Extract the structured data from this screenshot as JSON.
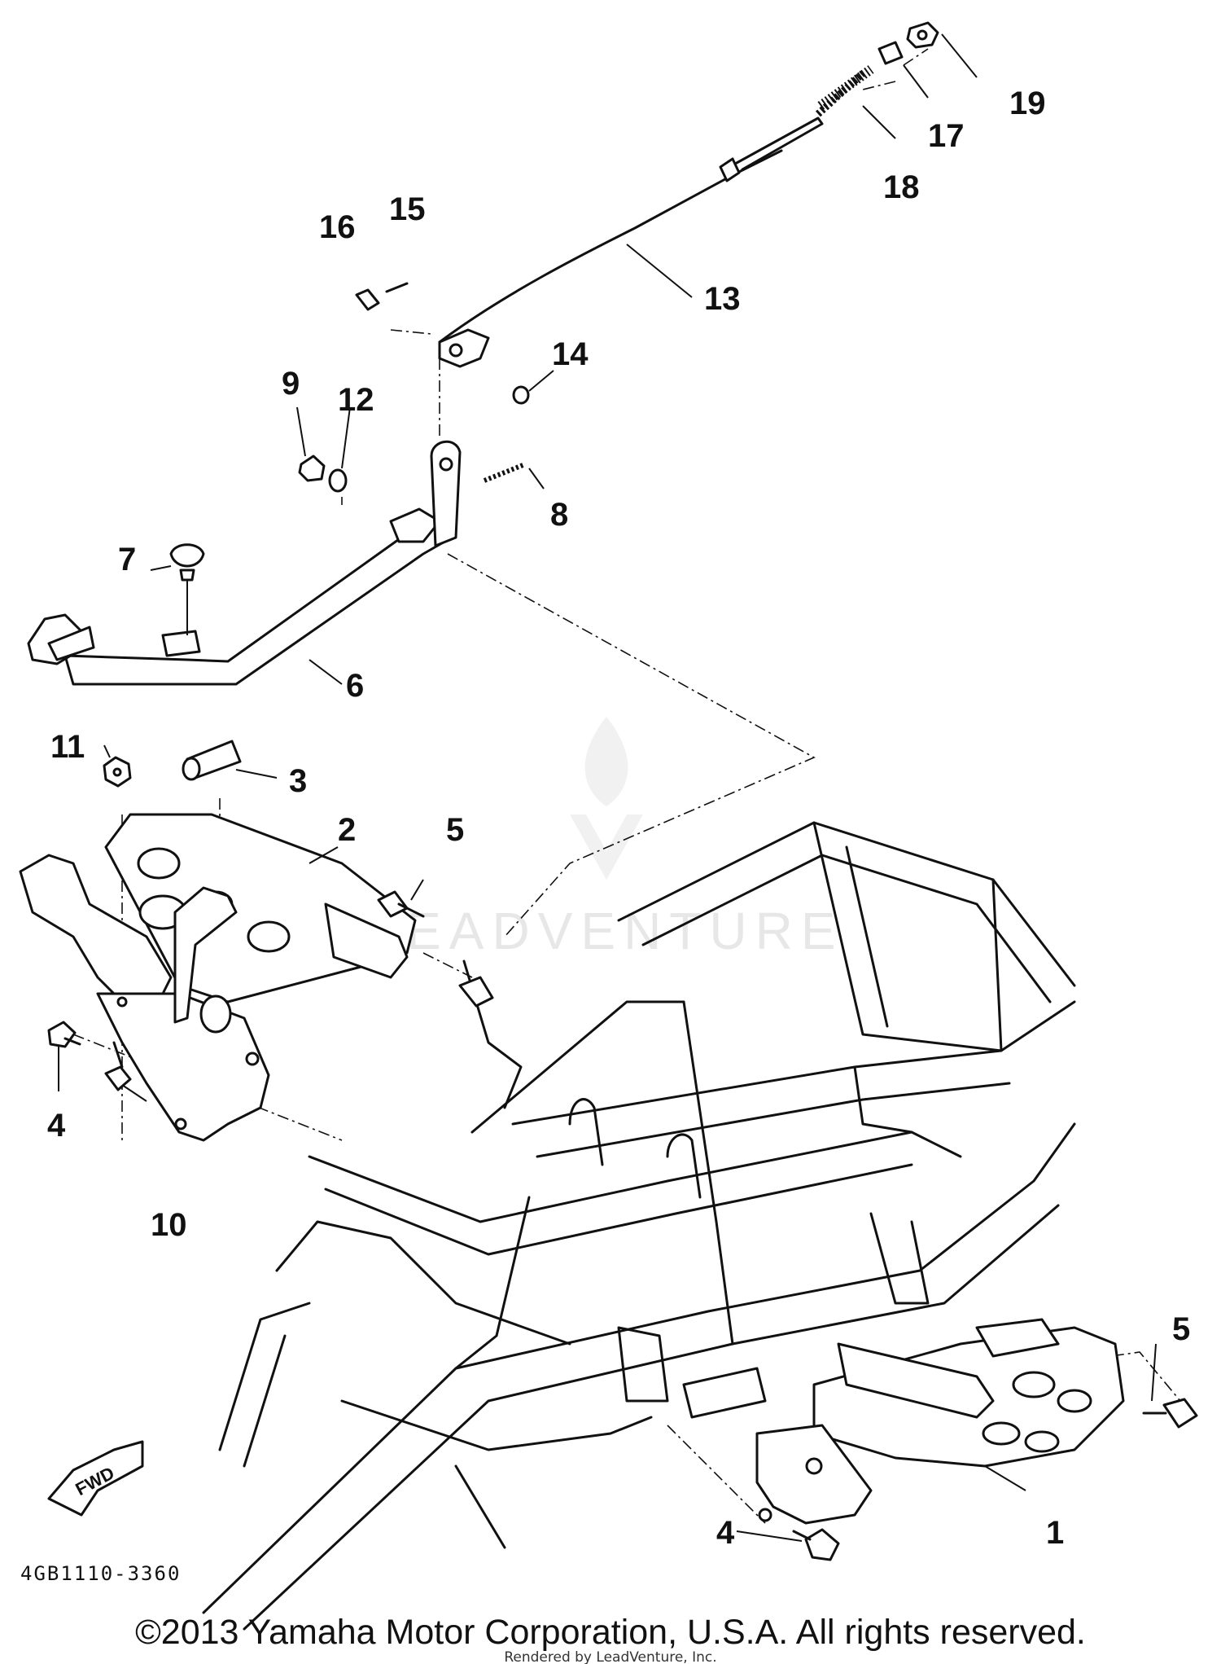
{
  "diagram": {
    "drawing_code": "4GB1110-3360",
    "copyright": "©2013 Yamaha Motor Corporation, U.S.A. All rights reserved.",
    "rendered_by": "Rendered by LeadVenture, Inc.",
    "watermark": "LEADVENTURE",
    "direction_arrow": "FWD",
    "callouts": {
      "c1": "1",
      "c2": "2",
      "c3": "3",
      "c4a": "4",
      "c4b": "4",
      "c5a": "5",
      "c5b": "5",
      "c6": "6",
      "c7": "7",
      "c8": "8",
      "c9": "9",
      "c10": "10",
      "c11": "11",
      "c12": "12",
      "c13": "13",
      "c14": "14",
      "c15": "15",
      "c16": "16",
      "c17": "17",
      "c18": "18",
      "c19": "19"
    }
  }
}
